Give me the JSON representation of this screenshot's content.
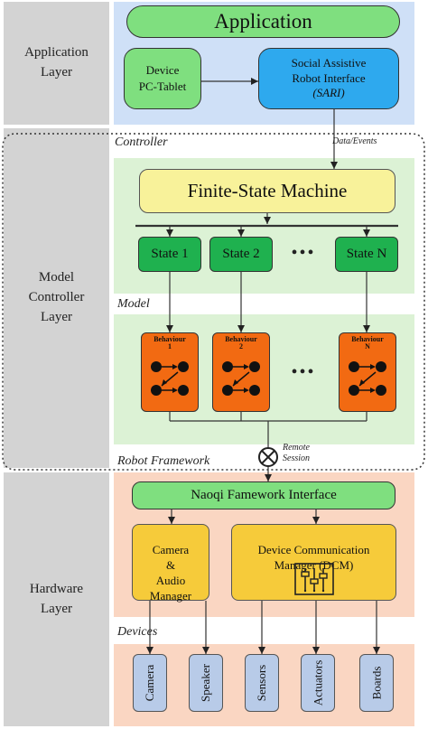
{
  "layers": {
    "application": "Application\nLayer",
    "model_controller": "Model\nController\nLayer",
    "hardware": "Hardware\nLayer"
  },
  "application": {
    "title": "Application",
    "device_box": "Device\nPC-Tablet",
    "sari_line1": "Social Assistive",
    "sari_line2": "Robot Interface",
    "sari_line3": "(SARI)"
  },
  "controller": {
    "label": "Controller",
    "data_events": "Data/Events",
    "fsm": "Finite-State Machine",
    "states": [
      "State 1",
      "State 2",
      "State N"
    ],
    "ellipsis": "•••"
  },
  "model": {
    "label": "Model",
    "behaviours": [
      {
        "title": "Behaviour",
        "index": "1"
      },
      {
        "title": "Behaviour",
        "index": "2"
      },
      {
        "title": "Behaviour",
        "index": "N"
      }
    ],
    "ellipsis": "•••"
  },
  "robot_framework": {
    "label": "Robot Framework",
    "remote_session": "Remote\nSession"
  },
  "hardware": {
    "naoqi": "Naoqi Famework Interface",
    "camera_audio": "Camera\n&\nAudio\nManager",
    "dcm": "Device Communication\nManager (DCM)"
  },
  "devices": {
    "label": "Devices",
    "items": [
      "Camera",
      "Speaker",
      "Sensors",
      "Actuators",
      "Boards"
    ]
  },
  "colors": {
    "application_band": "#cfe0f7",
    "controller_band": "#dcf2d5",
    "hardware_band": "#fad6c2",
    "state": "#1fb14f",
    "behaviour": "#f26a12",
    "manager": "#f6cb3a",
    "device": "#b8cbe8"
  }
}
